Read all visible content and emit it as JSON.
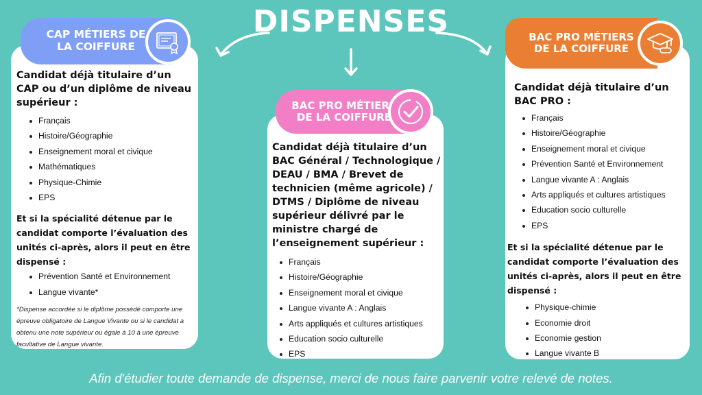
{
  "title": "DISPENSES",
  "colors": {
    "background": "#5cc6bd",
    "left_accent": "#7f9ff7",
    "middle_accent": "#f27fc6",
    "right_accent": "#ea7f33"
  },
  "left": {
    "tag": "CAP MÉTIERS DE\nLA COIFFURE",
    "icon": "certificate-icon",
    "intro": "Candidat déjà titulaire d’un CAP ou d’un diplôme de niveau supérieur :",
    "items": [
      "Français",
      "Histoire/Géographie",
      "Enseignement moral et civique",
      "Mathématiques",
      "Physique-Chimie",
      "EPS"
    ],
    "condition": "Et si la spécialité détenue par le candidat comporte l’évaluation des unités ci-après, alors il peut en être dispensé :",
    "condition_items": [
      "Prévention Santé et Environnement",
      "Langue vivante*"
    ],
    "footnote": "*Dispense accordée si le diplôme possédé comporte une épreuve obligatoire de Langue Vivante ou si le candidat a obtenu une note supérieur ou égale à 10 à une épreuve facultative de Langue vivante."
  },
  "middle": {
    "tag": "BAC PRO MÉTIERS\nDE LA COIFFURE",
    "icon": "check-circle-icon",
    "intro": "Candidat déjà titulaire d’un BAC Général / Technologique / DEAU / BMA / Brevet de technicien (même agricole) / DTMS / Diplôme de niveau supérieur délivré par le ministre chargé de l’enseignement supérieur :",
    "items": [
      "Français",
      "Histoire/Géographie",
      "Enseignement moral et civique",
      "Langue vivante A : Anglais",
      "Arts appliqués et cultures artistiques",
      "Education socio culturelle",
      "EPS"
    ]
  },
  "right": {
    "tag": "BAC PRO MÉTIERS\nDE LA COIFFURE",
    "icon": "graduation-cap-icon",
    "intro": "Candidat déjà titulaire d’un BAC PRO :",
    "items": [
      "Français",
      "Histoire/Géographie",
      "Enseignement moral et civique",
      "Prévention Santé et Environnement",
      "Langue vivante A : Anglais",
      "Arts appliqués et cultures artistiques",
      "Education socio culturelle",
      "EPS"
    ],
    "condition": "Et si la spécialité détenue par le candidat comporte l’évaluation des unités ci-après, alors il peut en être dispensé :",
    "condition_items": [
      "Physique-chimie",
      "Economie droit",
      "Economie gestion",
      "Langue vivante B"
    ]
  },
  "footer": "Afin d'étudier toute demande de dispense, merci de nous faire parvenir votre relevé de notes."
}
